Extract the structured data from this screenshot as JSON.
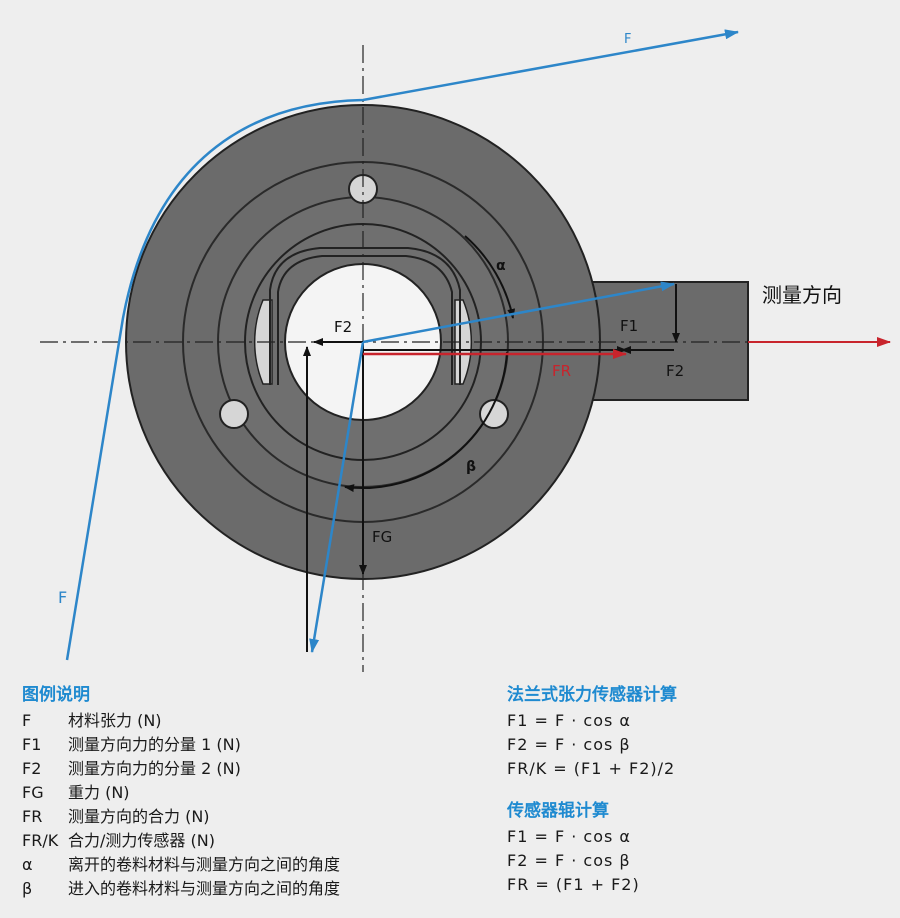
{
  "diagram": {
    "measure_direction": "测量方向",
    "labels": {
      "F_top": "F",
      "F_left": "F",
      "alpha": "α",
      "beta": "β",
      "F1": "F1",
      "F2_left": "F2",
      "F2_right": "F2",
      "FR": "FR",
      "FG": "FG"
    },
    "colors": {
      "blue": "#2d86c9",
      "red": "#c8242c",
      "body": "#6b6b6b",
      "background": "#eeeeee"
    }
  },
  "legend": {
    "title": "图例说明",
    "rows": [
      {
        "sym": "F",
        "desc": "材料张力 (N)"
      },
      {
        "sym": "F1",
        "desc": "测量方向力的分量 1 (N)"
      },
      {
        "sym": "F2",
        "desc": "测量方向力的分量 2 (N)"
      },
      {
        "sym": "FG",
        "desc": "重力 (N)"
      },
      {
        "sym": "FR",
        "desc": "测量方向的合力 (N)"
      },
      {
        "sym": "FR/K",
        "desc": "合力/测力传感器 (N)"
      },
      {
        "sym": "α",
        "desc": "离开的卷料材料与测量方向之间的角度"
      },
      {
        "sym": "β",
        "desc": "进入的卷料材料与测量方向之间的角度"
      }
    ]
  },
  "flange": {
    "title": "法兰式张力传感器计算",
    "rows": [
      "F1 = F · cos α",
      "F2 = F · cos β",
      "FR/K = (F1 + F2)/2"
    ]
  },
  "roller": {
    "title": "传感器辊计算",
    "rows": [
      "F1 = F · cos α",
      "F2 = F · cos β",
      "FR = (F1 + F2)"
    ]
  }
}
